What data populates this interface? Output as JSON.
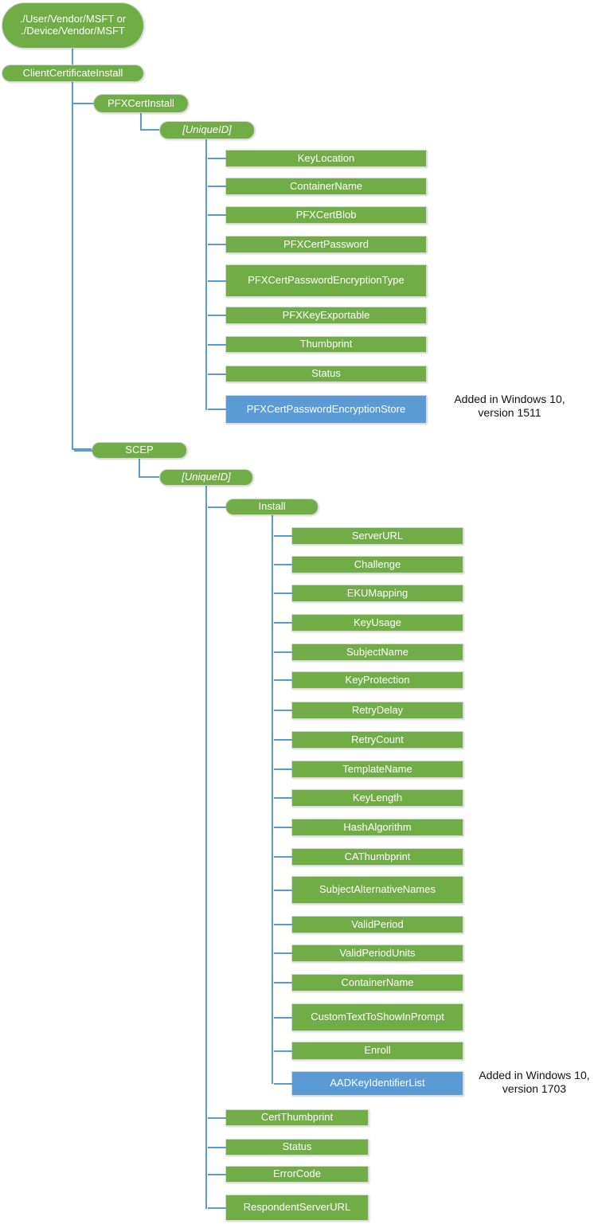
{
  "colors": {
    "node_green": "#70AD47",
    "node_blue": "#5B9BD5",
    "connector_blue": "#5B9BD5",
    "node_text": "#FFFFFF",
    "note_text": "#111111"
  },
  "root": {
    "line1": "./User/Vendor/MSFT or",
    "line2": "./Device/Vendor/MSFT"
  },
  "cci": {
    "label": "ClientCertificateInstall"
  },
  "pfx": {
    "label": "PFXCertInstall",
    "unique_id": "[UniqueID]",
    "children": [
      "KeyLocation",
      "ContainerName",
      "PFXCertBlob",
      "PFXCertPassword",
      "PFXCertPasswordEncryptionType",
      "PFXKeyExportable",
      "Thumbprint",
      "Status"
    ],
    "added_child": "PFXCertPasswordEncryptionStore",
    "note": {
      "line1": "Added in Windows 10,",
      "line2": "version 1511"
    }
  },
  "scep": {
    "label": "SCEP",
    "unique_id": "[UniqueID]",
    "install": {
      "label": "Install",
      "children": [
        "ServerURL",
        "Challenge",
        "EKUMapping",
        "KeyUsage",
        "SubjectName",
        "KeyProtection",
        "RetryDelay",
        "RetryCount",
        "TemplateName",
        "KeyLength",
        "HashAlgorithm",
        "CAThumbprint",
        "SubjectAlternativeNames",
        "ValidPeriod",
        "ValidPeriodUnits",
        "ContainerName",
        "CustomTextToShowInPrompt",
        "Enroll"
      ],
      "added_child": "AADKeyIdentifierList",
      "note": {
        "line1": "Added in Windows 10,",
        "line2": "version 1703"
      }
    },
    "children": [
      "CertThumbprint",
      "Status",
      "ErrorCode",
      "RespondentServerURL"
    ]
  }
}
